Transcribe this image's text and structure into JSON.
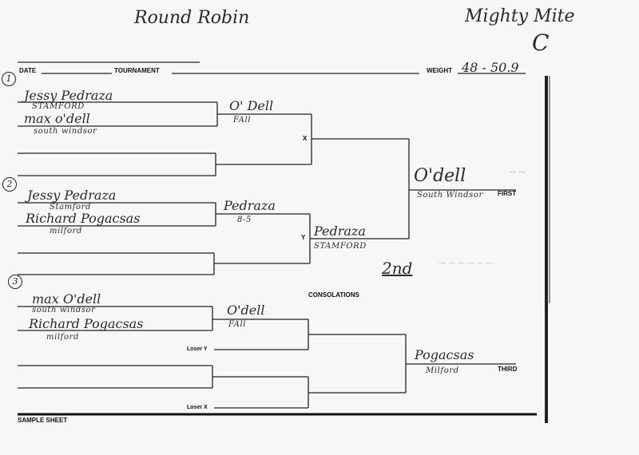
{
  "header": {
    "title": "Round Robin",
    "division": "Mighty Mite",
    "division_code": "C",
    "date_label": "DATE",
    "tournament_label": "TOURNAMENT",
    "weight_label": "WEIGHT",
    "weight_value": "48 - 50.9"
  },
  "bouts": {
    "b1": {
      "number": "1",
      "w1_name": "Jessy Pedraza",
      "w1_team": "STAMFORD",
      "w2_name": "max o'dell",
      "w2_team": "south windsor",
      "winner": "O' Dell",
      "result": "FAll"
    },
    "b2": {
      "number": "2",
      "w1_name": "Jessy Pedraza",
      "w1_team": "Stamford",
      "w2_name": "Richard Pogacsas",
      "w2_team": "milford",
      "winner": "Pedraza",
      "result": "8-5"
    },
    "b3": {
      "number": "3",
      "w1_name": "max O'dell",
      "w1_team": "south windsor",
      "w2_name": "Richard Pogacsas",
      "w2_team": "milford",
      "winner": "O'dell",
      "result": "FAll"
    }
  },
  "bracket": {
    "x_label": "X",
    "y_label": "Y",
    "semi_y_name": "Pedraza",
    "semi_y_team": "STAMFORD",
    "first_name": "O'dell",
    "first_team": "South Windsor",
    "first_label": "FIRST",
    "second_mark": "2nd",
    "consolations_label": "CONSOLATIONS",
    "loser_y_label": "Loser Y",
    "loser_x_label": "Loser X",
    "third_name": "Pogacsas",
    "third_team": "Milford",
    "third_label": "THIRD"
  },
  "footer": {
    "sample_label": "SAMPLE SHEET"
  }
}
